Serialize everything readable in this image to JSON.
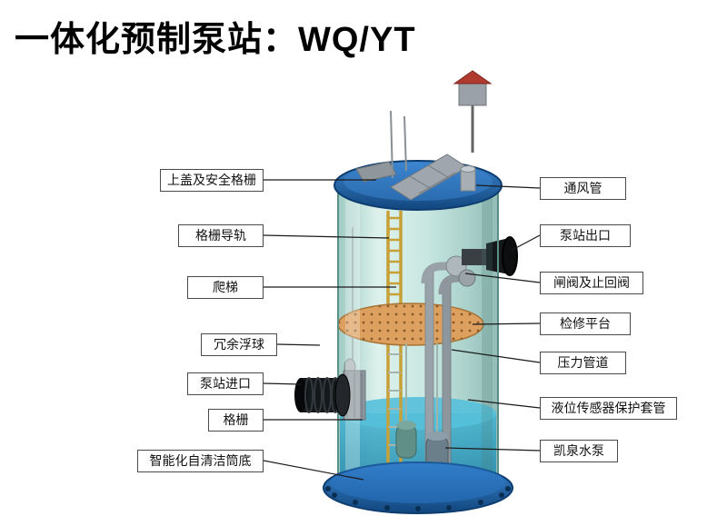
{
  "title": "一体化预制泵站：WQ/YT",
  "labels": {
    "left": [
      {
        "text": "上盖及安全格栅"
      },
      {
        "text": "格栅导轨"
      },
      {
        "text": "爬梯"
      },
      {
        "text": "冗余浮球"
      },
      {
        "text": "泵站进口"
      },
      {
        "text": "格栅"
      },
      {
        "text": "智能化自清洁筒底"
      }
    ],
    "right": [
      {
        "text": "通风管"
      },
      {
        "text": "泵站出口"
      },
      {
        "text": "闸阀及止回阀"
      },
      {
        "text": "检修平台"
      },
      {
        "text": "压力管道"
      },
      {
        "text": "液位传感器保护套管"
      },
      {
        "text": "凯泉水泵"
      }
    ]
  },
  "colors": {
    "lid_blue": "#1c5fa6",
    "base_blue": "#1c5fa6",
    "tank_body": "#bfe3dc",
    "platform_tan": "#dda05f",
    "water_teal": "#2f9fc2",
    "ladder_yellow": "#c8a038",
    "pipe_grey": "#98a2a8",
    "inlet_black": "#15181b",
    "cabinet_roof_red": "#b03a30",
    "leader_line": "#1a1a1a"
  }
}
